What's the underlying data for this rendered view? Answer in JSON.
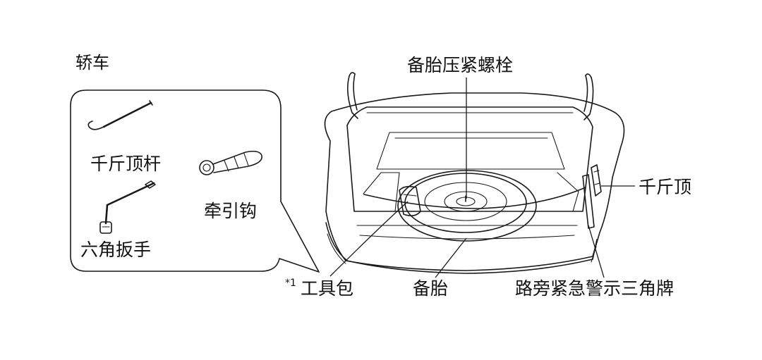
{
  "heading": "轿车",
  "tools": {
    "jack_handle": "千斤顶杆",
    "tow_hook": "牵引钩",
    "lug_wrench": "六角扳手"
  },
  "callouts": {
    "spare_bolt": "备胎压紧螺栓",
    "jack": "千斤顶",
    "tool_bag_mark": "*1",
    "tool_bag": "工具包",
    "spare_tire": "备胎",
    "warning_triangle": "路旁紧急警示三角牌"
  }
}
